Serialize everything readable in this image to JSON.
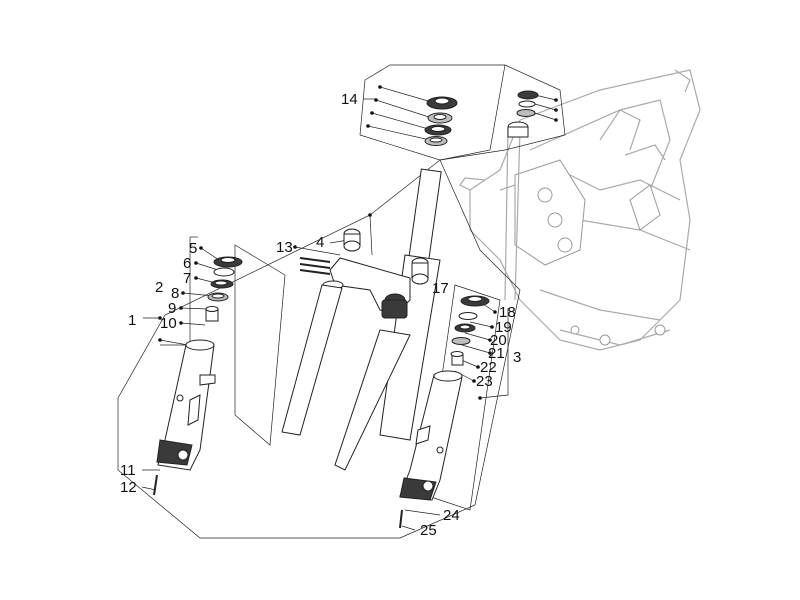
{
  "labels": {
    "l1": "1",
    "l2": "2",
    "l3": "3",
    "l4": "4",
    "l5": "5",
    "l6": "6",
    "l7": "7",
    "l8": "8",
    "l9": "9",
    "l10": "10",
    "l11": "11",
    "l12": "12",
    "l13": "13",
    "l14": "14",
    "l17": "17",
    "l18": "18",
    "l19": "19",
    "l20": "20",
    "l21": "21",
    "l22": "22",
    "l23": "23",
    "l24": "24",
    "l25": "25"
  },
  "colors": {
    "line": "#222222",
    "frame": "#aaaaaa",
    "shade": "#3a3a3a"
  }
}
